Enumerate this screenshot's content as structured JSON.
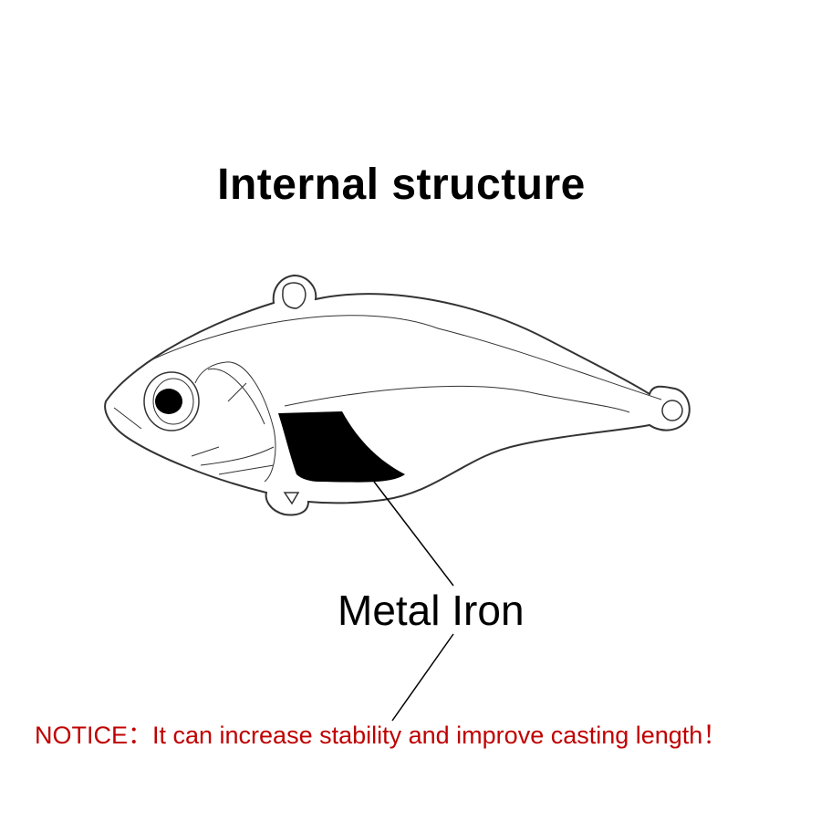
{
  "title": "Internal structure",
  "callout_label": "Metal Iron",
  "notice": "NOTICE：It can increase stability and improve casting length！",
  "colors": {
    "notice": "#c00000",
    "iron": "#000000",
    "outline": "#333333"
  }
}
